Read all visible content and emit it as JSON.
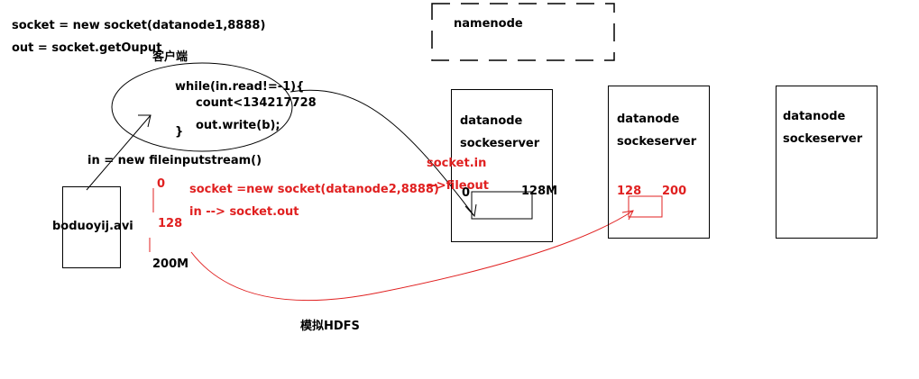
{
  "client": {
    "socket_line": "socket = new socket(datanode1,8888)",
    "out_line": "out = socket.getOuput",
    "label": "客户端",
    "while_line": "while(in.read!=-1){",
    "count_line": "count<134217728",
    "write_line": "out.write(b);",
    "close_brace": "}",
    "in_line": "in =  new fileinputstream()"
  },
  "file": {
    "name": "boduoyij.avi",
    "mark_0": "0",
    "mark_128": "128",
    "mark_200": "200M"
  },
  "redirect": {
    "socket_line": "socket =new socket(datanode2,8888)",
    "in_line": "in --> socket.out"
  },
  "namenode": {
    "label": "namenode"
  },
  "datanodes": [
    {
      "title": "datanode",
      "subtitle": "sockeserver",
      "socket_in": "socket.in",
      "fileout": "-->fileout",
      "zero": "0",
      "size": "128M"
    },
    {
      "title": "datanode",
      "subtitle": "sockeserver",
      "start": "128",
      "end": "200"
    },
    {
      "title": "datanode",
      "subtitle": "sockeserver"
    }
  ],
  "caption": "模拟HDFS"
}
